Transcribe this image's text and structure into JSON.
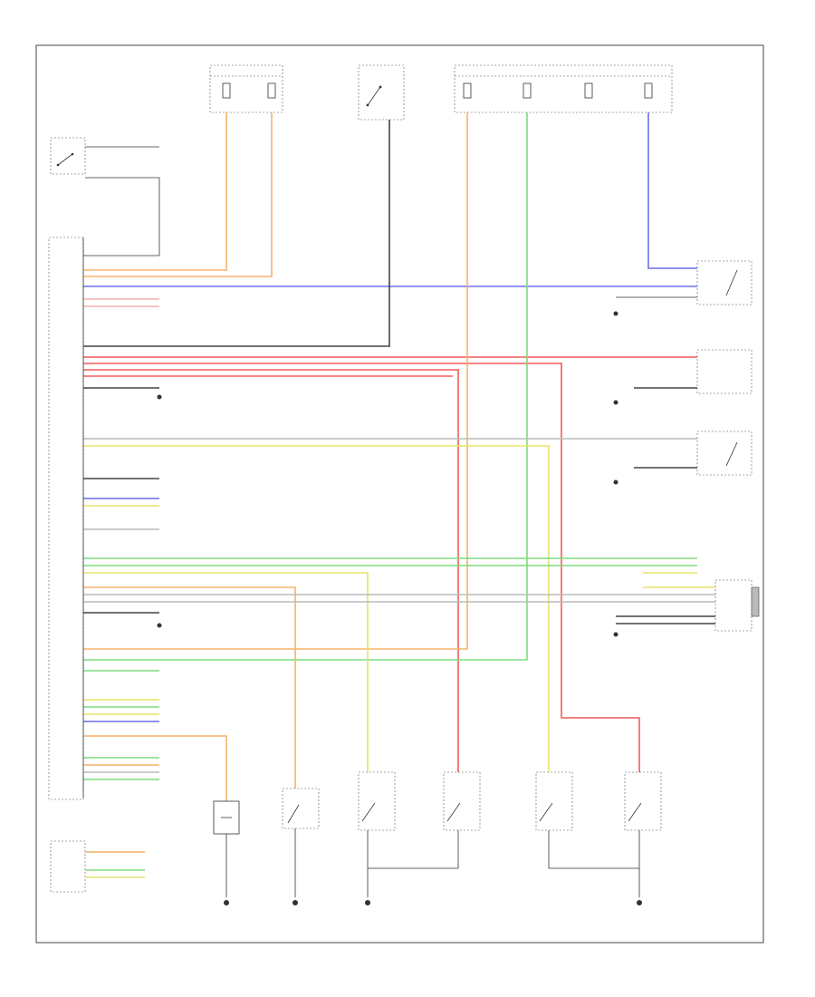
{
  "diagram": {
    "title": "",
    "footer_text": "",
    "components": [
      {
        "id": "door-unlock-switch",
        "label": ""
      },
      {
        "id": "interior-light-control-module",
        "label": ""
      },
      {
        "id": "engine-control-module",
        "label": ""
      },
      {
        "id": "fuse-block-top-left",
        "label": ""
      },
      {
        "id": "fuse-block-top-mid",
        "label": ""
      },
      {
        "id": "fuse-block-top-right",
        "label": ""
      },
      {
        "id": "driver-door-switch",
        "label": ""
      },
      {
        "id": "passenger-door-switch",
        "label": ""
      },
      {
        "id": "trunk-switch",
        "label": ""
      },
      {
        "id": "rear-door-switches",
        "label": ""
      },
      {
        "id": "door-lock-actuators",
        "label": ""
      }
    ],
    "wire_colors": {
      "orange": "#f6b36a",
      "blue": "#6f6ff2",
      "red": "#f25c5c",
      "green": "#7fdb7f",
      "yellow": "#e9e36a",
      "black": "#333333",
      "gray": "#bbbbbb",
      "pink": "#f7b0b0"
    }
  }
}
